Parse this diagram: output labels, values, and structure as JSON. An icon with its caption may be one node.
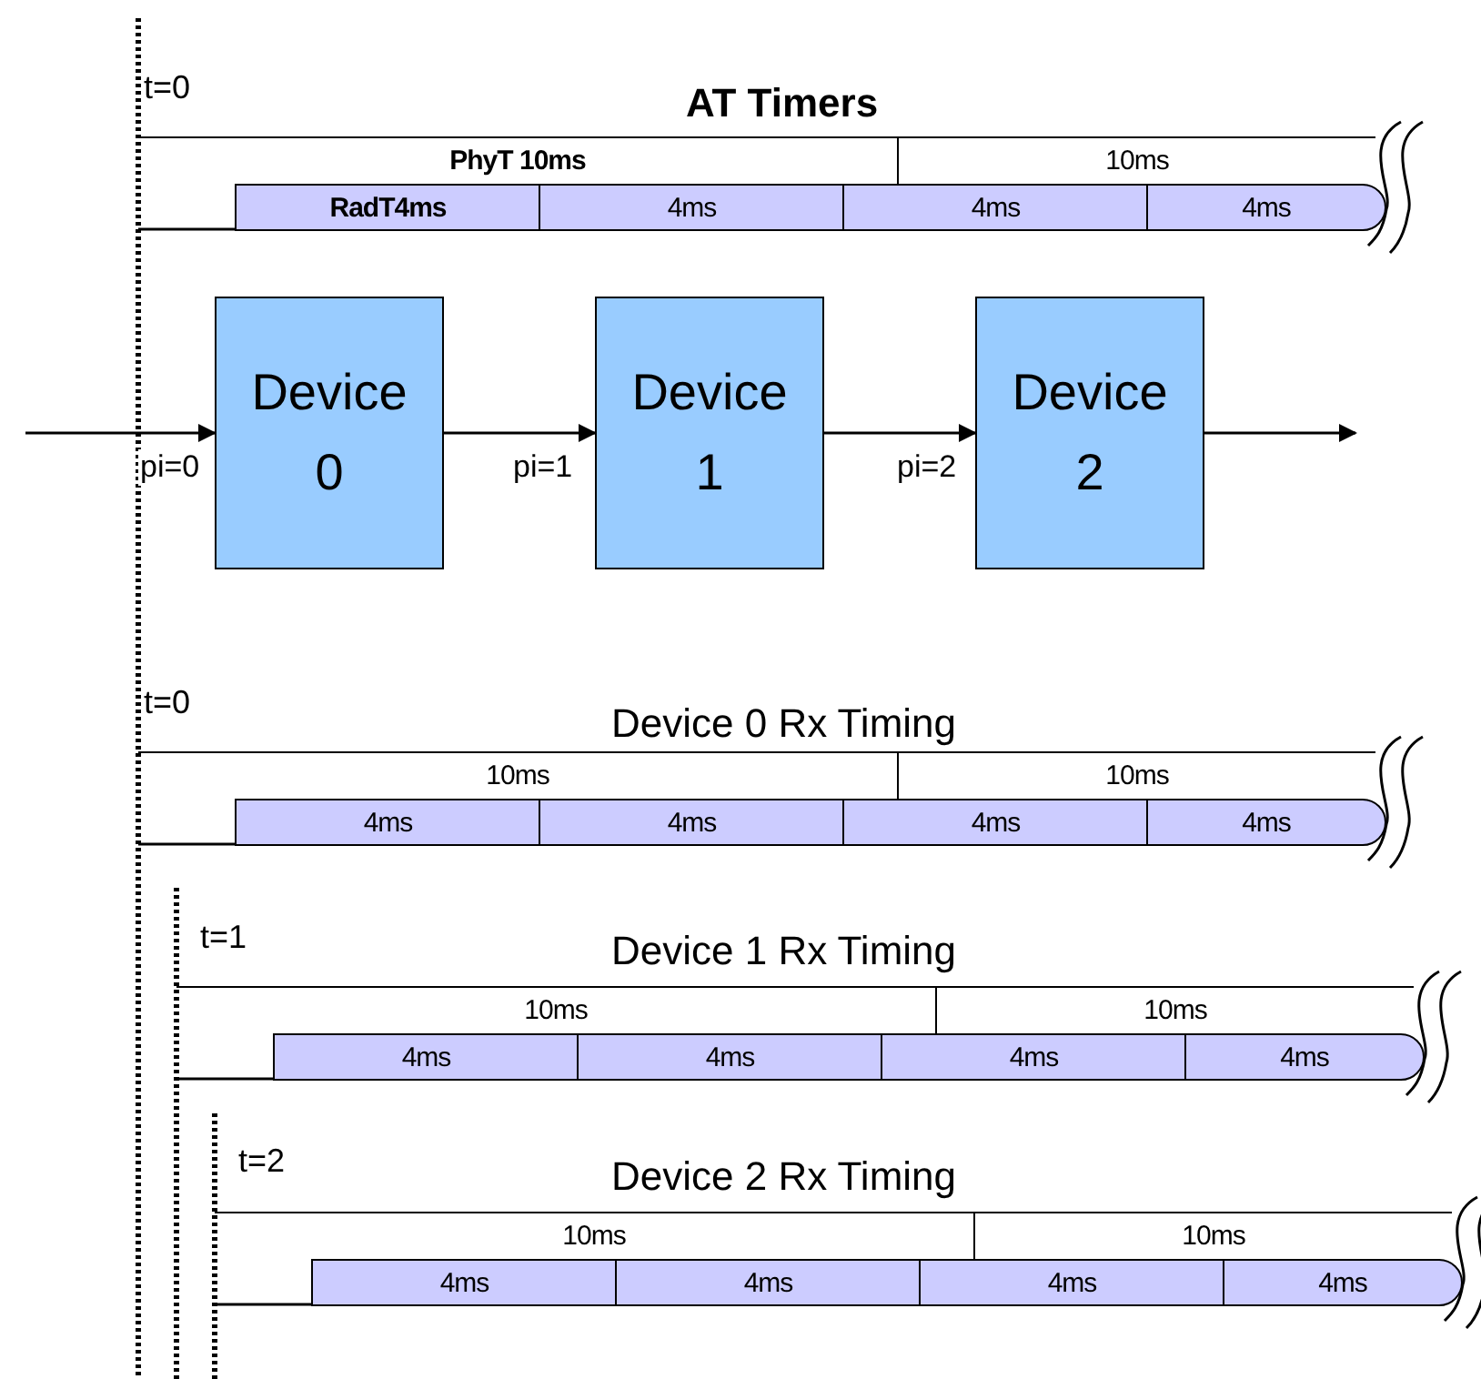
{
  "diagram": {
    "nodes": [
      {
        "text": [
          "PhyT 10ms"
        ]
      },
      {
        "text": [
          "10ms"
        ]
      },
      {
        "text": [
          "RadT4ms"
        ]
      },
      {
        "text": [
          "4ms"
        ]
      },
      {
        "text": [
          "4ms"
        ]
      },
      {
        "text": [
          "4ms"
        ]
      },
      {
        "text": [
          "Device 0"
        ]
      },
      {
        "text": [
          "Device 1"
        ]
      },
      {
        "text": [
          "Device 2"
        ]
      },
      {
        "text": [
          "10ms"
        ]
      },
      {
        "text": [
          "10ms"
        ]
      },
      {
        "text": [
          "4ms"
        ]
      },
      {
        "text": [
          "4ms"
        ]
      },
      {
        "text": [
          "4ms"
        ]
      },
      {
        "text": [
          "4ms"
        ]
      },
      {
        "text": [
          "10ms"
        ]
      },
      {
        "text": [
          "10ms"
        ]
      },
      {
        "text": [
          "4ms"
        ]
      },
      {
        "text": [
          "4ms"
        ]
      },
      {
        "text": [
          "4ms"
        ]
      },
      {
        "text": [
          "4ms"
        ]
      },
      {
        "text": [
          "10ms"
        ]
      },
      {
        "text": [
          "10ms"
        ]
      },
      {
        "text": [
          "4ms"
        ]
      },
      {
        "text": [
          "4ms"
        ]
      },
      {
        "text": [
          "4ms"
        ]
      },
      {
        "text": [
          "4ms"
        ]
      }
    ],
    "edges": [
      {
        "from": null,
        "to": 6,
        "arrow": "to",
        "label": "pi=0"
      },
      {
        "from": 6,
        "to": 7,
        "arrow": "to",
        "label": "pi=1"
      },
      {
        "from": 7,
        "to": 8,
        "arrow": "to",
        "label": "pi=2"
      },
      {
        "from": 8,
        "to": null,
        "arrow": "to"
      }
    ],
    "labels": [
      "t=0",
      "AT Timers",
      "t=0",
      "Device 0 Rx Timing",
      "t=1",
      "Device 1 Rx Timing",
      "t=2",
      "Device 2 Rx Timing"
    ]
  }
}
